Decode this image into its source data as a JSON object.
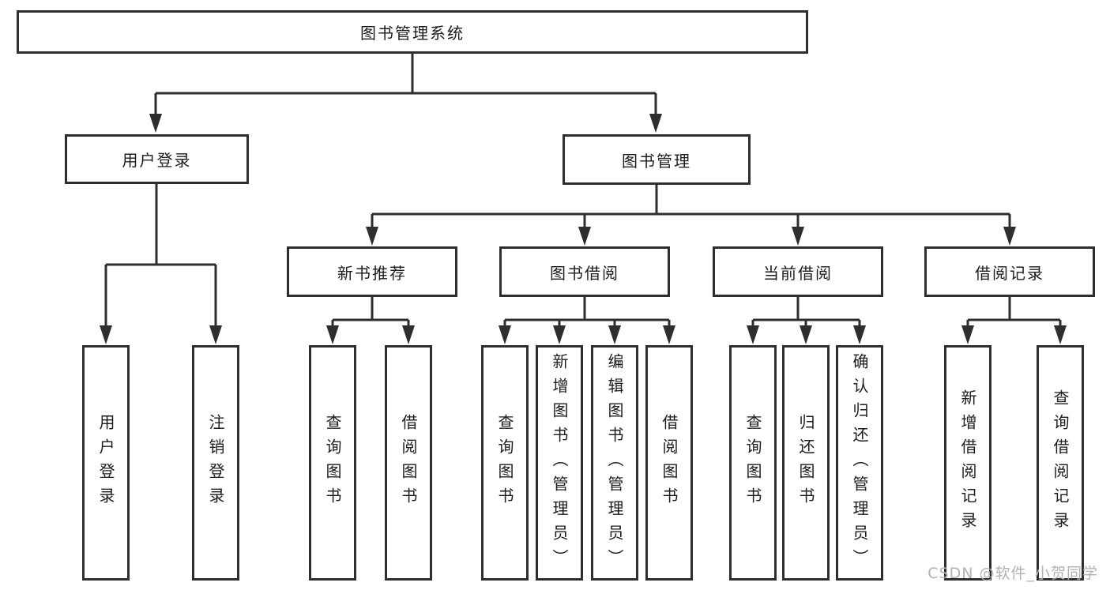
{
  "colors": {
    "line": "#2e2e2e",
    "node_border": "#2e2e2e",
    "node_text": "#1c1c1c",
    "background": "#ffffff",
    "watermark": "#b2b2b2"
  },
  "tree": {
    "label": "图书管理系统",
    "children": [
      {
        "label": "用户登录",
        "children": [
          {
            "label": "用户登录"
          },
          {
            "label": "注销登录"
          }
        ]
      },
      {
        "label": "图书管理",
        "children": [
          {
            "label": "新书推荐",
            "children": [
              {
                "label": "查询图书"
              },
              {
                "label": "借阅图书"
              }
            ]
          },
          {
            "label": "图书借阅",
            "children": [
              {
                "label": "查询图书"
              },
              {
                "label": "新增图书（管理员）"
              },
              {
                "label": "编辑图书（管理员）"
              },
              {
                "label": "借阅图书"
              }
            ]
          },
          {
            "label": "当前借阅",
            "children": [
              {
                "label": "查询图书"
              },
              {
                "label": "归还图书"
              },
              {
                "label": "确认归还（管理员）"
              }
            ]
          },
          {
            "label": "借阅记录",
            "children": [
              {
                "label": "新增借阅记录"
              },
              {
                "label": "查询借阅记录"
              }
            ]
          }
        ]
      }
    ]
  },
  "watermark": {
    "text": "CSDN @软件_小贺同学"
  }
}
